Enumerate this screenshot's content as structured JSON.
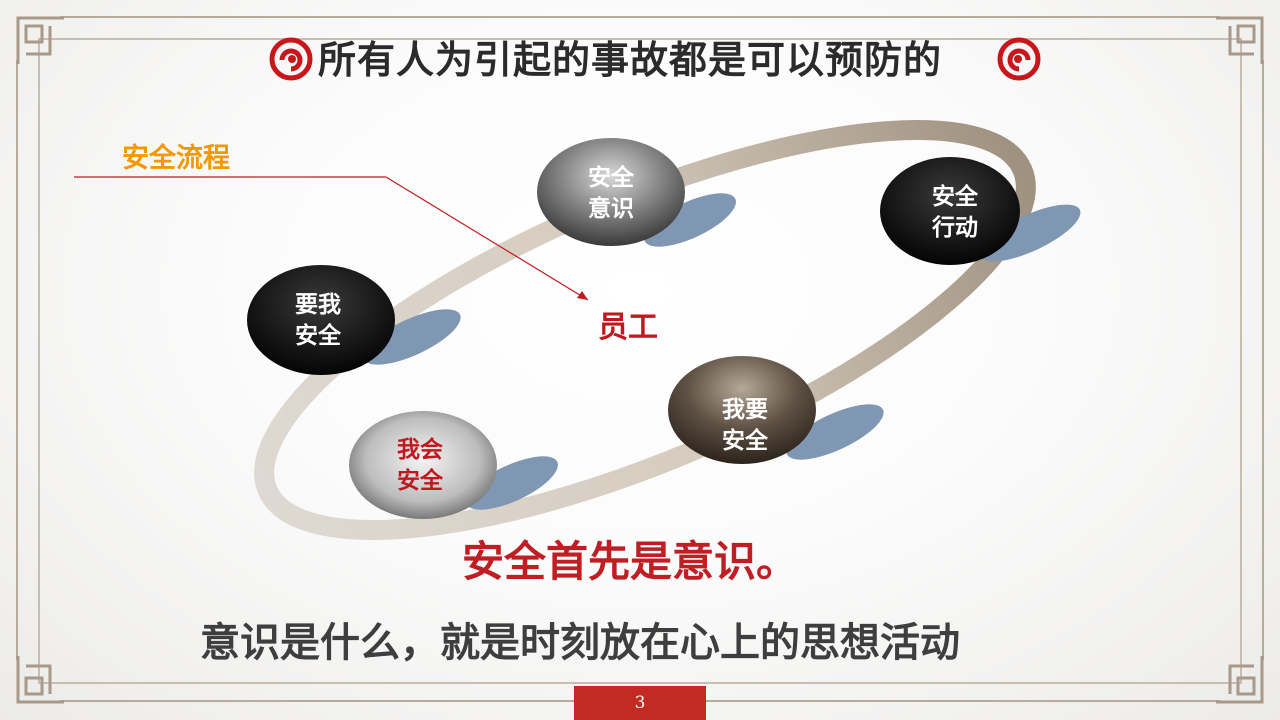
{
  "slide": {
    "title": "所有人为引起的事故都是可以预防的",
    "page_number": "3",
    "colors": {
      "accent_red": "#c0181e",
      "orange": "#f39800",
      "frame": "#b7ab9c"
    }
  },
  "diagram": {
    "process_label": "安全流程",
    "center_label": "员工",
    "nodes": [
      {
        "id": "awareness",
        "lines": [
          "安全",
          "意识"
        ],
        "style": "gray"
      },
      {
        "id": "action",
        "lines": [
          "安全",
          "行动"
        ],
        "style": "black"
      },
      {
        "id": "want_me_safe",
        "lines": [
          "要我",
          "安全"
        ],
        "style": "black"
      },
      {
        "id": "i_want_safe",
        "lines": [
          "我要",
          "安全"
        ],
        "style": "brown"
      },
      {
        "id": "i_can_safe",
        "lines": [
          "我会",
          "安全"
        ],
        "style": "gray-red"
      }
    ]
  },
  "text": {
    "emphasis": "安全首先是意识。",
    "statement": "意识是什么，就是时刻放在心上的思想活动"
  }
}
